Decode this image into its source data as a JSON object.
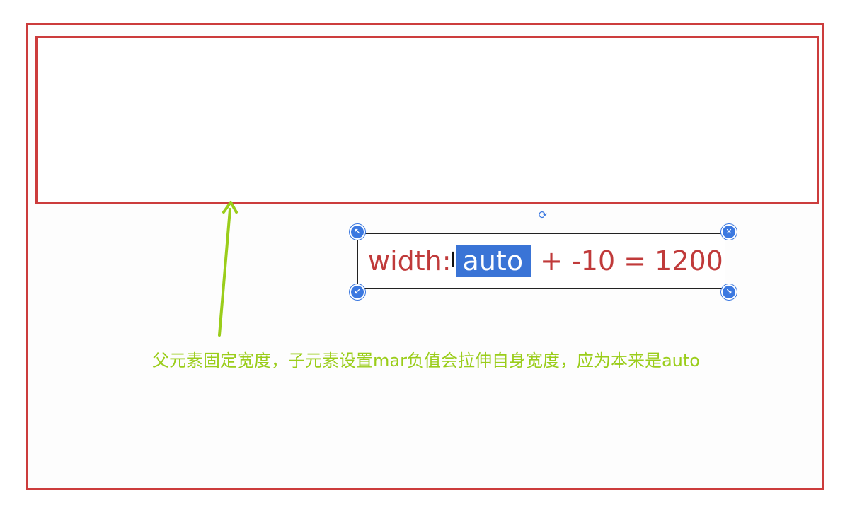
{
  "textbox": {
    "prefix": "width:",
    "selected": "auto",
    "suffix": " + -10 = 1200"
  },
  "caption": "父元素固定宽度，子元素设置mar负值会拉伸自身宽度，应为本来是auto",
  "colors": {
    "box_border": "#cc3c3c",
    "annotation": "#9acd1a",
    "selection": "#3a74d6",
    "handle": "#3b78e0"
  },
  "icons": {
    "rotate": "rotate-icon",
    "resize": "resize-arrows-icon",
    "close": "close-x-icon",
    "arrow": "arrow-up-icon"
  }
}
